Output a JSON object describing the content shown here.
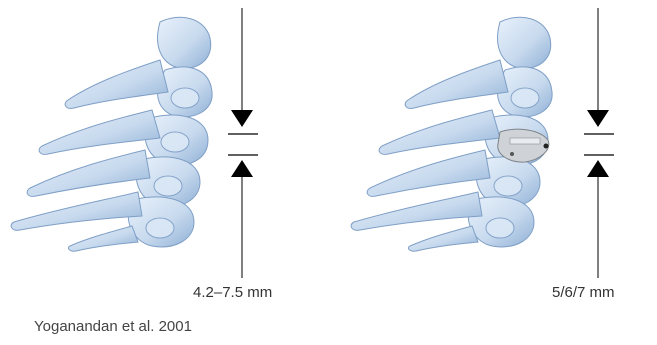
{
  "figure": {
    "left_panel": {
      "measurement": "4.2–7.5 mm",
      "specimen": "intact-cervical-spine"
    },
    "right_panel": {
      "measurement": "5/6/7 mm",
      "specimen": "cervical-spine-with-disc-implant"
    },
    "citation": "Yoganandan et al. 2001",
    "colors": {
      "bone": "#c8daee",
      "bone_shadow": "#8fb0d6",
      "bone_highlight": "#e8f1fb",
      "arrow": "#000000",
      "implant": "#cfd3d8"
    },
    "icons": [
      "arrow-down-icon",
      "arrow-up-icon"
    ]
  }
}
